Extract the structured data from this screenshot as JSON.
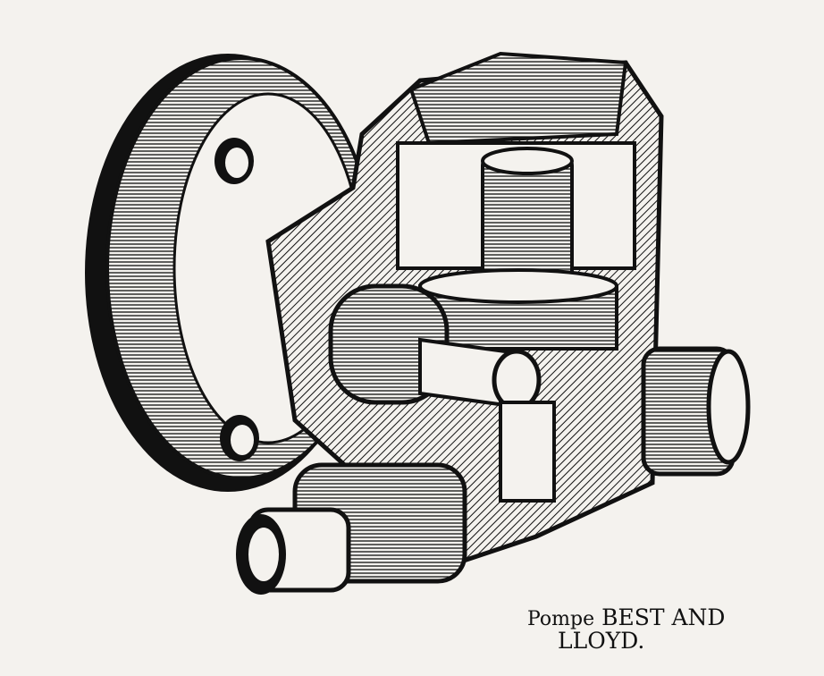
{
  "caption": {
    "prefix": "Pompe",
    "line1": "BEST AND",
    "line2": "LLOYD."
  },
  "colors": {
    "paper": "#f4f2ee",
    "ink": "#111111"
  }
}
